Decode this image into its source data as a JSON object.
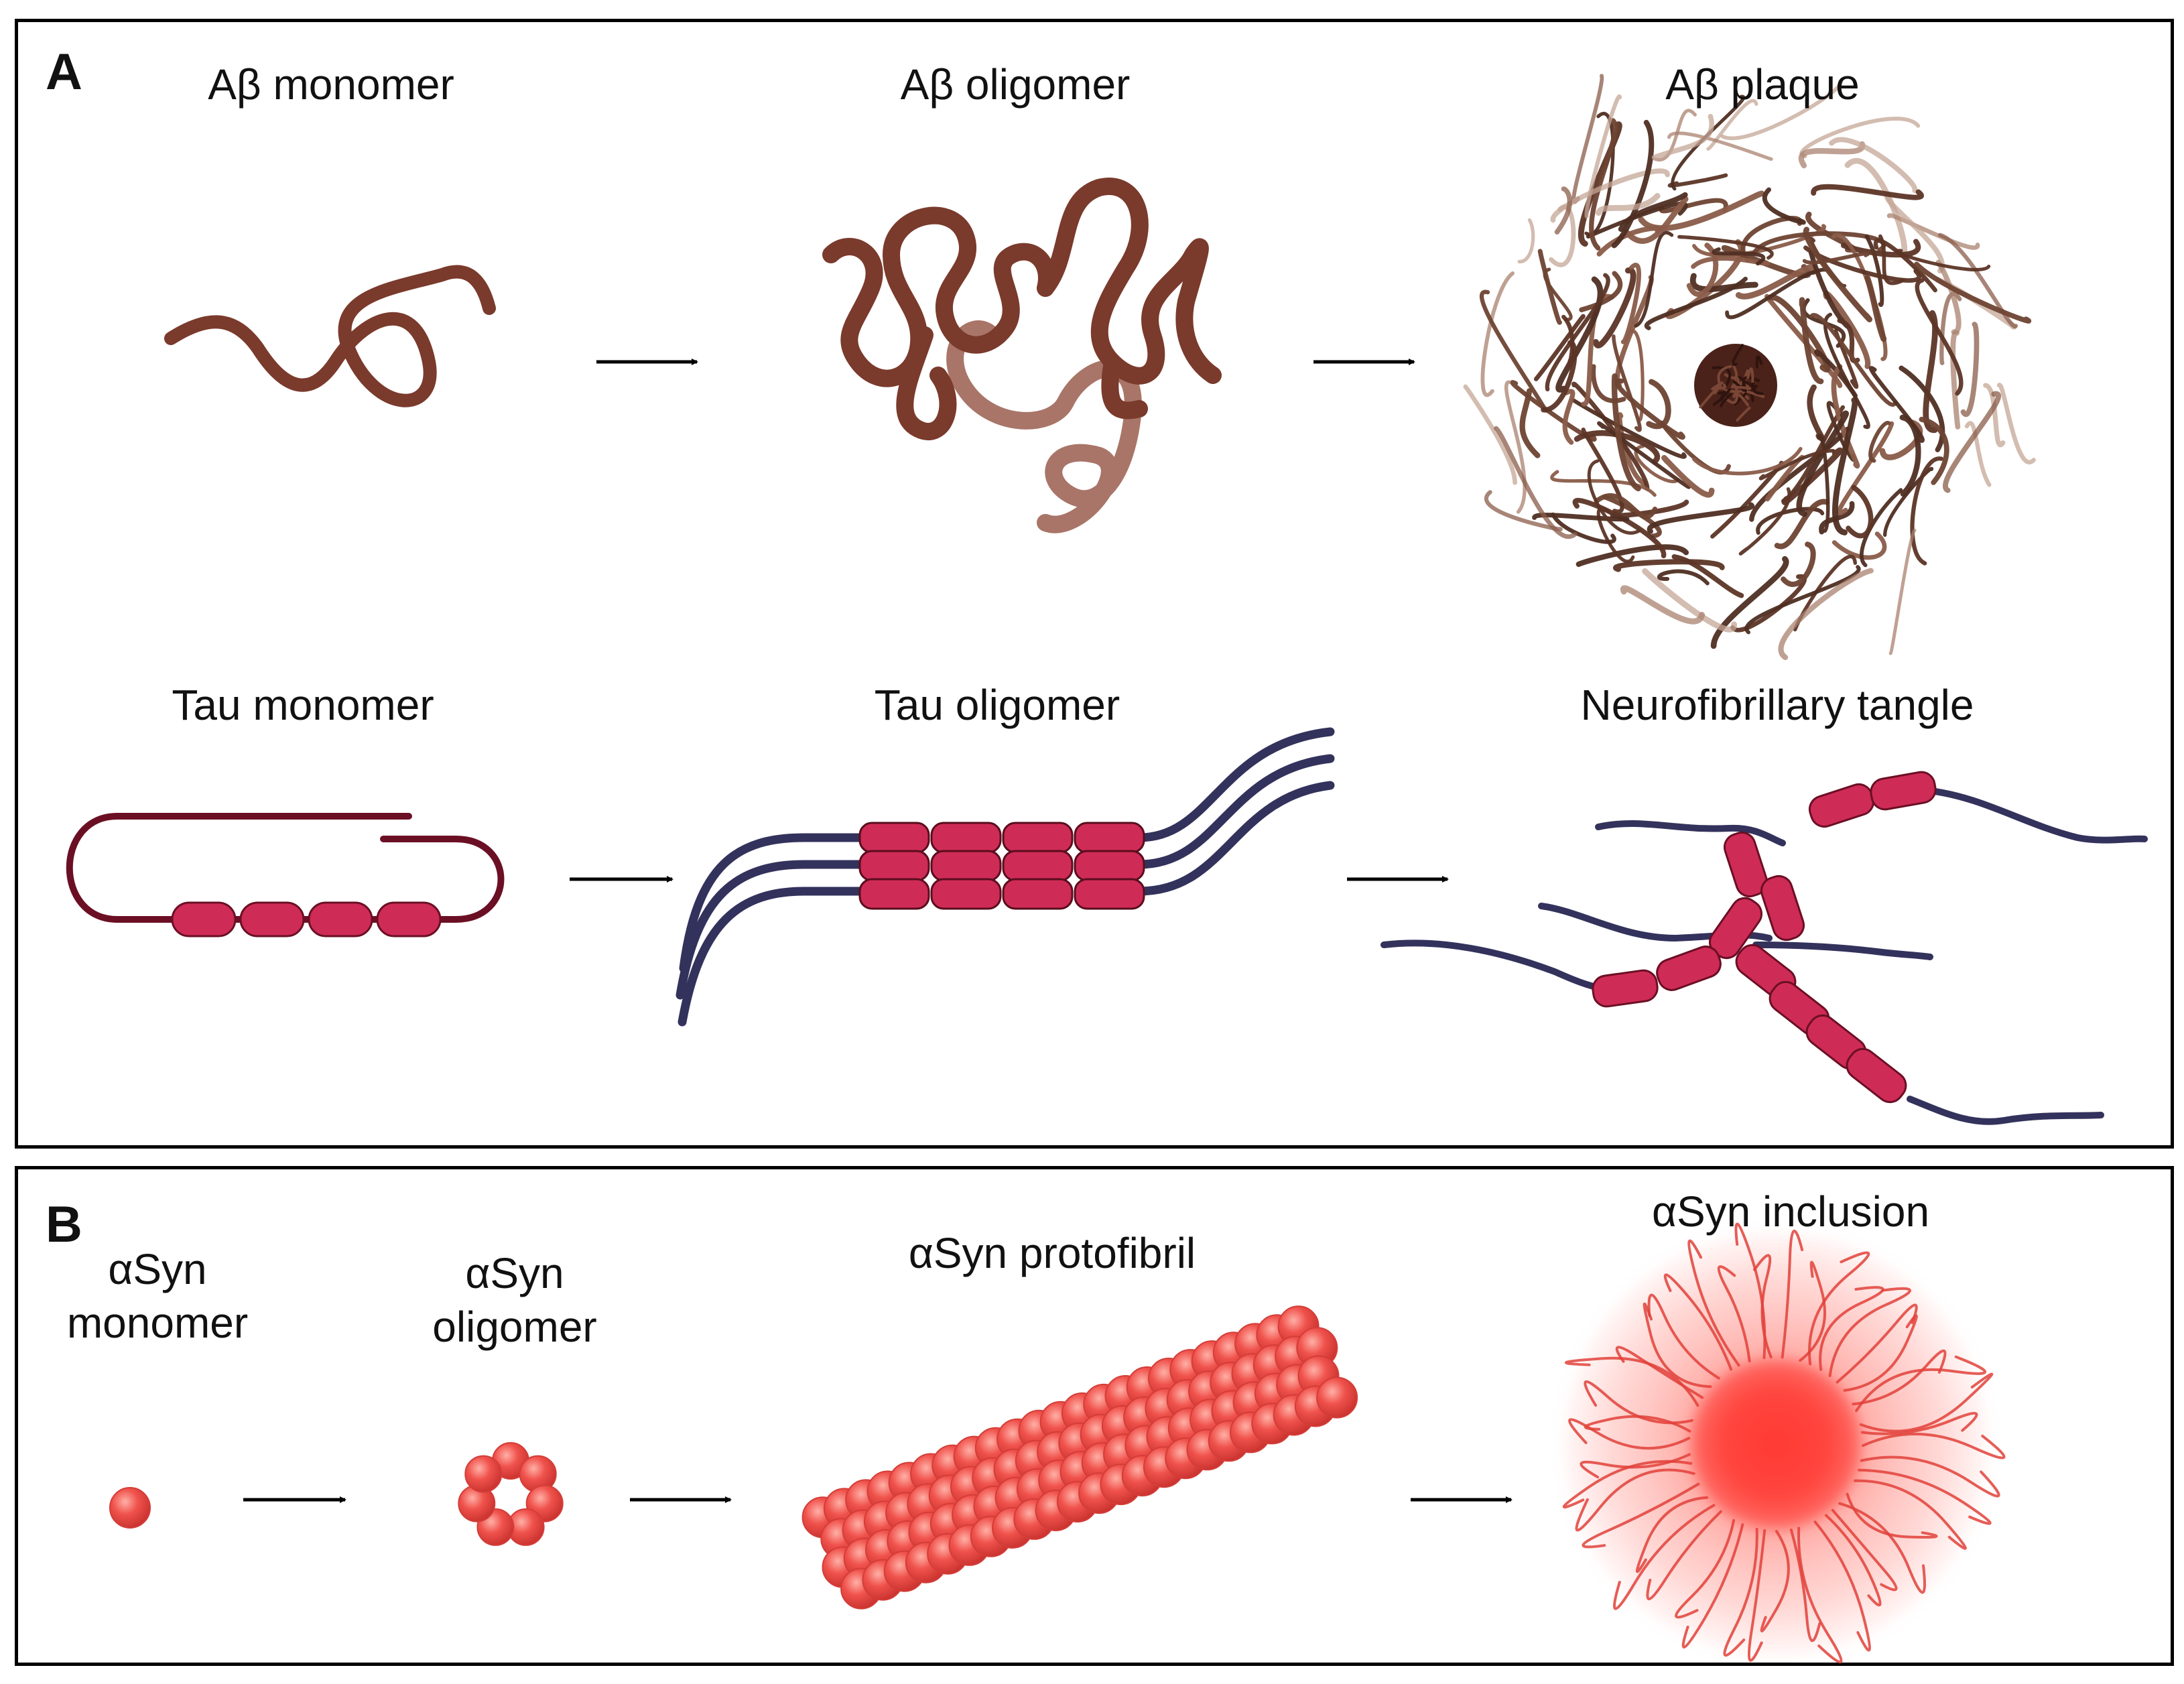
{
  "panel_a": {
    "letter": "A",
    "row_1": {
      "stage_1": "Aβ monomer",
      "stage_2": "Aβ oligomer",
      "stage_3": "Aβ plaque"
    },
    "row_2": {
      "stage_1": "Tau monomer",
      "stage_2": "Tau oligomer",
      "stage_3": "Neurofibrillary tangle"
    }
  },
  "panel_b": {
    "letter": "B",
    "stage_1": "αSyn\nmonomer",
    "stage_2": "αSyn\noligomer",
    "stage_3": "αSyn protofibril",
    "stage_4": "αSyn inclusion"
  },
  "colors": {
    "abeta_brown": "#7a3a2c",
    "abeta_light": "#a87568",
    "plaque_dark": "#4f2e22",
    "tau_strand": "#6b0f24",
    "tau_segment": "#cf2b57",
    "microtubule_navy": "#33325c",
    "asyn_red": "#f0524c",
    "inclusion_core": "#ff3b34"
  },
  "icons": [
    "arrow-right-icon"
  ]
}
